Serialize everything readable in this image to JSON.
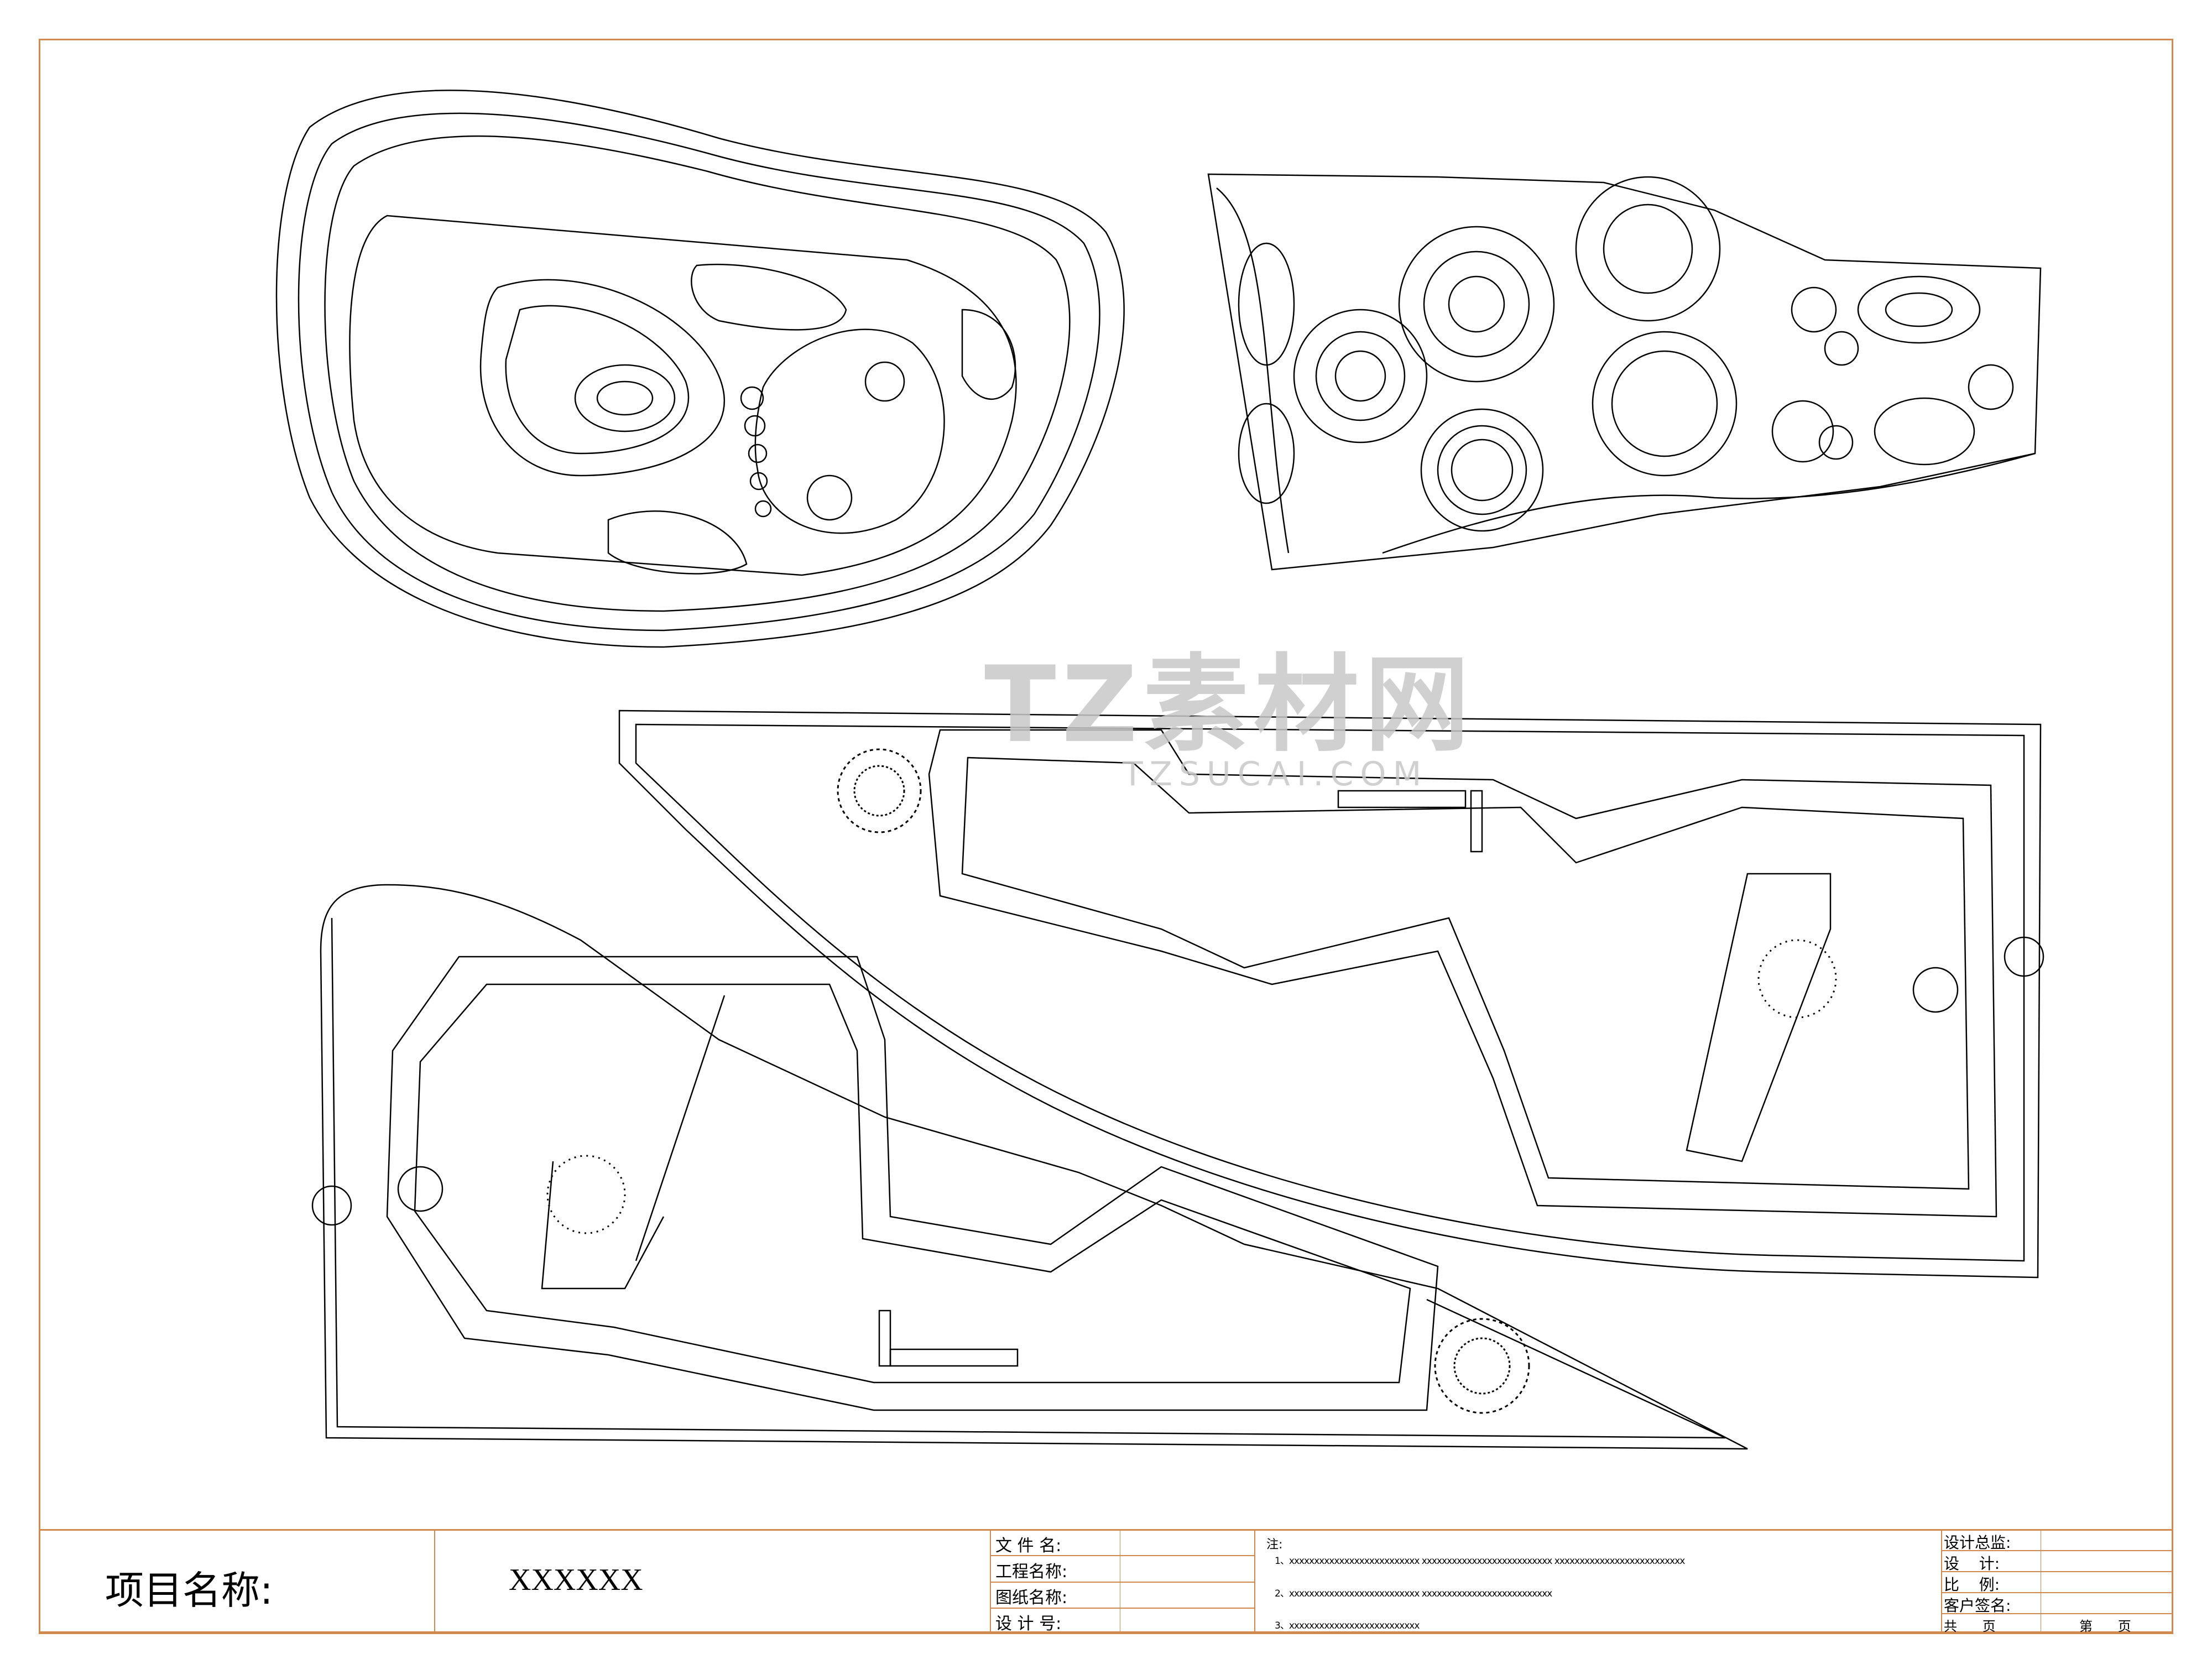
{
  "title_block": {
    "project_label": "项目名称:",
    "project_value": "XXXXXX",
    "fields": [
      {
        "label": "文 件 名:"
      },
      {
        "label": "工程名称:"
      },
      {
        "label": "图纸名称:"
      },
      {
        "label": "设 计 号:"
      }
    ],
    "notes_label": "注:",
    "notes": [
      "1、xxxxxxxxxxxxxxxxxxxxxxxxxx    xxxxxxxxxxxxxxxxxxxxxxxxxx    xxxxxxxxxxxxxxxxxxxxxxxxxx",
      "2、xxxxxxxxxxxxxxxxxxxxxxxxxx    xxxxxxxxxxxxxxxxxxxxxxxxxx",
      "3、xxxxxxxxxxxxxxxxxxxxxxxxxx"
    ],
    "right_fields": [
      {
        "label": "设计总监:"
      },
      {
        "label": "设    计:"
      },
      {
        "label": "比    例:"
      },
      {
        "label": "客户签名:"
      }
    ],
    "page_total": "共      页",
    "page_current": "第      页"
  },
  "watermark": {
    "main": "TZ素材网",
    "sub": "TZSUCAI.COM"
  },
  "colors": {
    "frame": "#d08a50",
    "line": "#000000",
    "watermark": "#c8c8c8"
  }
}
